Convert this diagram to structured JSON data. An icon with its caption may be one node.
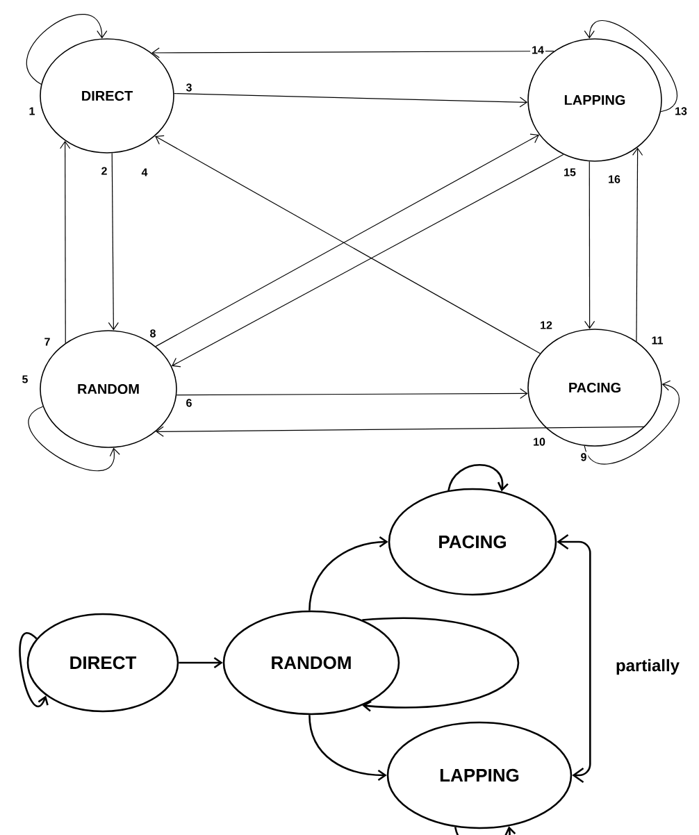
{
  "diagram": {
    "nodes": [
      {
        "text": [
          "DIRECT"
        ]
      },
      {
        "text": [
          "LAPPING"
        ]
      },
      {
        "text": [
          "RANDOM"
        ]
      },
      {
        "text": [
          "PACING"
        ]
      },
      {
        "text": [
          "DIRECT"
        ]
      },
      {
        "text": [
          "RANDOM"
        ]
      },
      {
        "text": [
          "PACING"
        ]
      },
      {
        "text": [
          "LAPPING"
        ]
      }
    ],
    "edges": [
      {
        "from": 0,
        "to": 0,
        "arrow": "to",
        "label": "1"
      },
      {
        "from": 0,
        "to": 2,
        "arrow": "to",
        "label": "2"
      },
      {
        "from": 0,
        "to": 1,
        "arrow": "to",
        "label": "3"
      },
      {
        "from": 3,
        "to": 0,
        "arrow": "to",
        "label": "12"
      },
      {
        "from": 2,
        "to": 2,
        "arrow": "to",
        "label": "5"
      },
      {
        "from": 2,
        "to": 3,
        "arrow": "to",
        "label": "6"
      },
      {
        "from": 2,
        "to": 0,
        "arrow": "to",
        "label": "7"
      },
      {
        "from": 2,
        "to": 1,
        "arrow": "to",
        "label": "8"
      },
      {
        "from": 3,
        "to": 3,
        "arrow": "to",
        "label": "9"
      },
      {
        "from": 3,
        "to": 2,
        "arrow": "to",
        "label": "10"
      },
      {
        "from": 3,
        "to": 1,
        "arrow": "to",
        "label": "11"
      },
      {
        "from": 1,
        "to": 1,
        "arrow": "to",
        "label": "13"
      },
      {
        "from": 1,
        "to": 0,
        "arrow": "to",
        "label": "14"
      },
      {
        "from": 1,
        "to": 2,
        "arrow": "to",
        "label": "15"
      },
      {
        "from": 1,
        "to": 3,
        "arrow": "to",
        "label": "16"
      },
      {
        "from": 4,
        "to": 4,
        "arrow": "to"
      },
      {
        "from": 4,
        "to": 5,
        "arrow": "to"
      },
      {
        "from": 5,
        "to": 6,
        "arrow": "to"
      },
      {
        "from": 5,
        "to": 5,
        "arrow": "to"
      },
      {
        "from": 5,
        "to": 7,
        "arrow": "to"
      },
      {
        "from": 6,
        "to": 6,
        "arrow": "to"
      },
      {
        "from": 7,
        "to": 7,
        "arrow": "to"
      },
      {
        "from": 6,
        "to": 7,
        "arrow": "both",
        "label": "partially"
      }
    ],
    "labels": [
      "4"
    ]
  }
}
